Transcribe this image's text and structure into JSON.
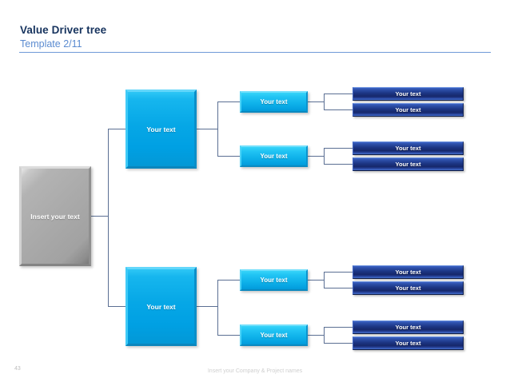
{
  "header": {
    "title": "Value Driver tree",
    "subtitle": "Template 2/11"
  },
  "footer": {
    "page_number": "43",
    "note": "Insert your Company & Project names"
  },
  "colors": {
    "title": "#16335e",
    "subtitle": "#5b8bd0",
    "rule": "#6f9ad8",
    "root_box": "#aaaaaa",
    "level2_box": "#00a0e3",
    "level3_box": "#0fb2ea",
    "level4_box": "#1d3786",
    "connector": "#5b6f93",
    "footer_text": "#cfcfcf"
  },
  "tree": {
    "root": {
      "label": "Insert your text"
    },
    "branches": [
      {
        "label": "Your text",
        "children": [
          {
            "label": "Your text",
            "leaves": [
              {
                "label": "Your text"
              },
              {
                "label": "Your text"
              }
            ]
          },
          {
            "label": "Your text",
            "leaves": [
              {
                "label": "Your text"
              },
              {
                "label": "Your text"
              }
            ]
          }
        ]
      },
      {
        "label": "Your text",
        "children": [
          {
            "label": "Your text",
            "leaves": [
              {
                "label": "Your text"
              },
              {
                "label": "Your text"
              }
            ]
          },
          {
            "label": "Your text",
            "leaves": [
              {
                "label": "Your text"
              },
              {
                "label": "Your text"
              }
            ]
          }
        ]
      }
    ]
  }
}
